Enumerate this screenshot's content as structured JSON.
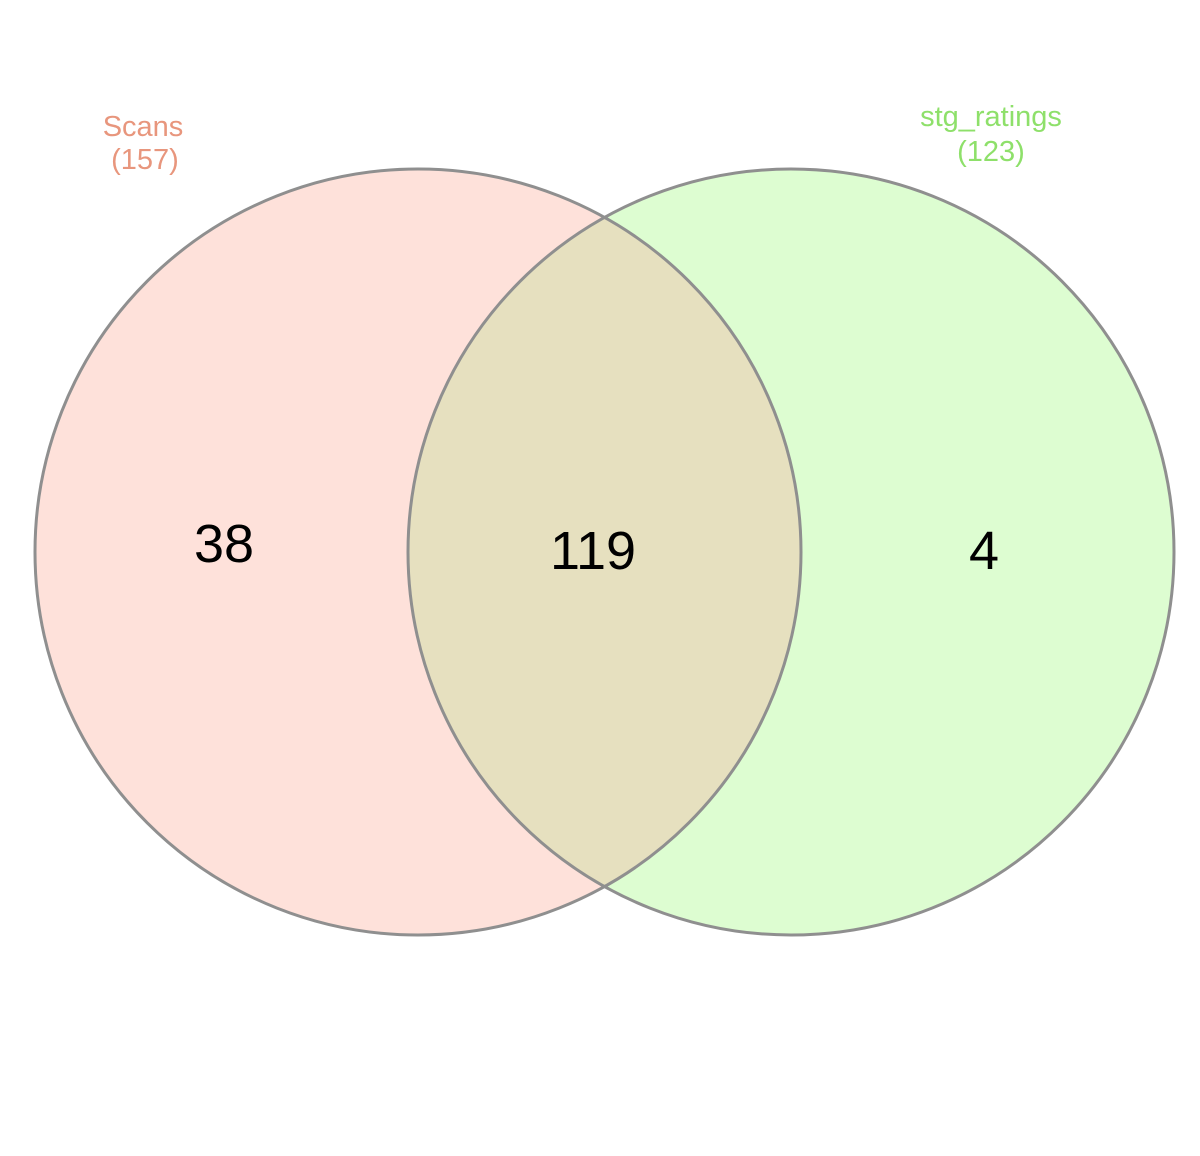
{
  "sets": [
    {
      "name": "Scans",
      "total": "(157)",
      "fill_color": "#fee1da",
      "label_color": "#e8967d"
    },
    {
      "name": "stg_ratings",
      "total": "(123)",
      "fill_color": "#ddfdd1",
      "label_color": "#8ee06a"
    }
  ],
  "regions": {
    "only_a": "38",
    "intersection": "119",
    "only_b": "4"
  },
  "colors": {
    "outline": "#8f8f8f",
    "intersection_fill": "#e6e0bf"
  }
}
